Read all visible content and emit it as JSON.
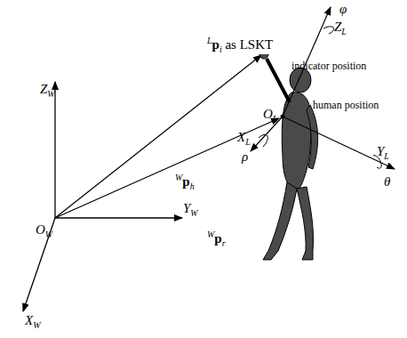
{
  "diagram": {
    "labels": [
      "ZW",
      "YW",
      "XW",
      "OW",
      "Wph",
      "Wpr",
      "Lpi as LSKT",
      "indicator position",
      "human position",
      "OL",
      "XL",
      "YL",
      "ZL",
      "φ",
      "ρ",
      "θ"
    ]
  }
}
